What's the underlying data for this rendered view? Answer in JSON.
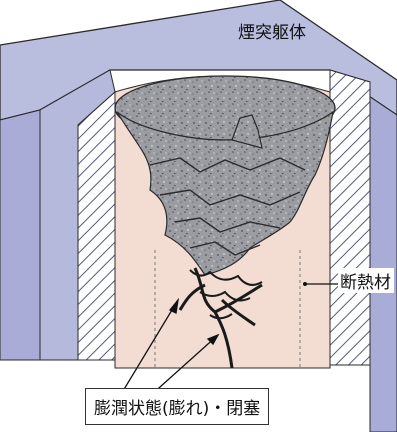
{
  "labels": {
    "chimney_body": "煙突躯体",
    "insulation": "断熱材",
    "state": "膨潤状態(膨れ)・閉塞"
  },
  "colors": {
    "body_top": "#b9bdde",
    "body_side": "#a8acd6",
    "inner_wall": "#f3dcd2",
    "hatch_bg": "#ffffff",
    "hatch_line": "#555a80",
    "debris": "#8d8f95",
    "debris_dark": "#6e7076",
    "crack": "#1a1a1a",
    "outline": "#2a2a2a"
  }
}
